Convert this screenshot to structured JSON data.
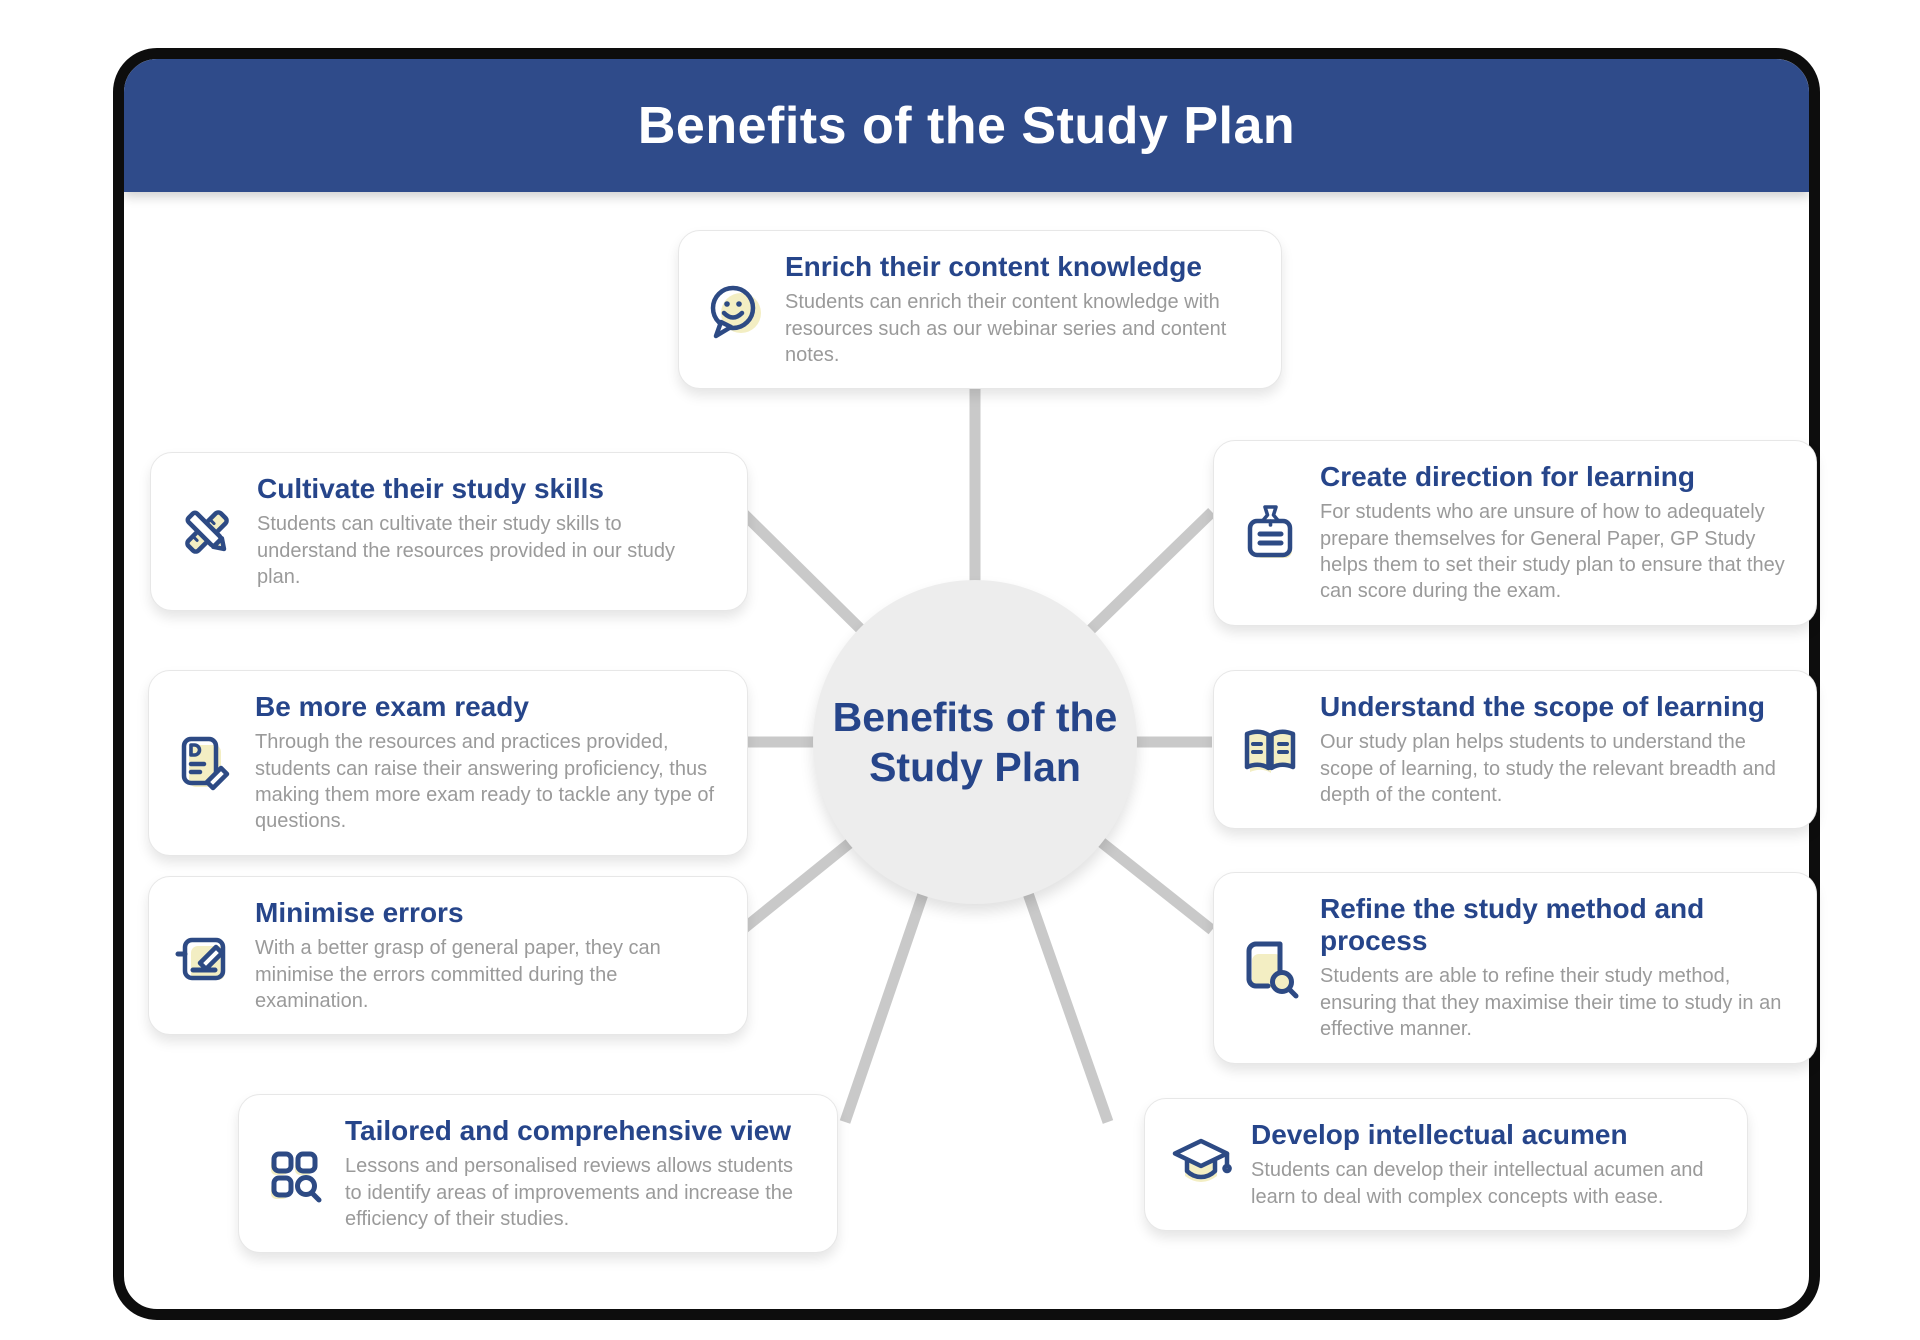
{
  "header": {
    "title": "Benefits of the Study Plan"
  },
  "center": {
    "title_line1": "Benefits of the",
    "title_line2": "Study Plan"
  },
  "colors": {
    "header_bg": "#2f4b8a",
    "card_title": "#26458a",
    "body_text": "#9a9a9a",
    "icon_stroke": "#2d4a84",
    "icon_fill": "#f3eec3",
    "connector": "#c9c9c9",
    "circle_bg": "#ededed",
    "frame_border": "#0d0d0d"
  },
  "cards": [
    {
      "id": "enrich",
      "icon": "chat-smiley",
      "title": "Enrich their content knowledge",
      "description": "Students can enrich their content knowledge with resources such as our webinar series and content notes."
    },
    {
      "id": "cultivate",
      "icon": "pencil-ruler",
      "title": "Cultivate their study skills",
      "description": "Students can cultivate their study skills to understand the resources provided in our study plan."
    },
    {
      "id": "exam-ready",
      "icon": "doc-pencil",
      "title": "Be more exam ready",
      "description": "Through the resources and practices provided, students can raise their answering proficiency, thus making them more exam ready to tackle any type of questions."
    },
    {
      "id": "minimise",
      "icon": "note-pencil",
      "title": "Minimise errors",
      "description": "With a better grasp of general paper, they can minimise the errors committed during the examination."
    },
    {
      "id": "tailored",
      "icon": "grid-search",
      "title": "Tailored and comprehensive view",
      "description": "Lessons and personalised reviews allows students to identify areas of improvements and increase the efficiency of their studies."
    },
    {
      "id": "direction",
      "icon": "clipboard-pin",
      "title": "Create direction for learning",
      "description": "For students who are unsure of how to adequately prepare themselves for General Paper, GP Study helps them to set their study plan to ensure that they can score during the exam."
    },
    {
      "id": "scope",
      "icon": "open-book",
      "title": "Understand the scope of learning",
      "description": "Our study plan helps students to understand the scope of learning, to study the relevant breadth and depth of the content."
    },
    {
      "id": "refine",
      "icon": "book-search",
      "title": "Refine the study method and process",
      "description": "Students are able to refine their study method, ensuring that they maximise their time to study in an effective manner."
    },
    {
      "id": "acumen",
      "icon": "grad-cap",
      "title": "Develop intellectual acumen",
      "description": "Students can develop their intellectual acumen and learn to deal with complex concepts with ease."
    }
  ]
}
